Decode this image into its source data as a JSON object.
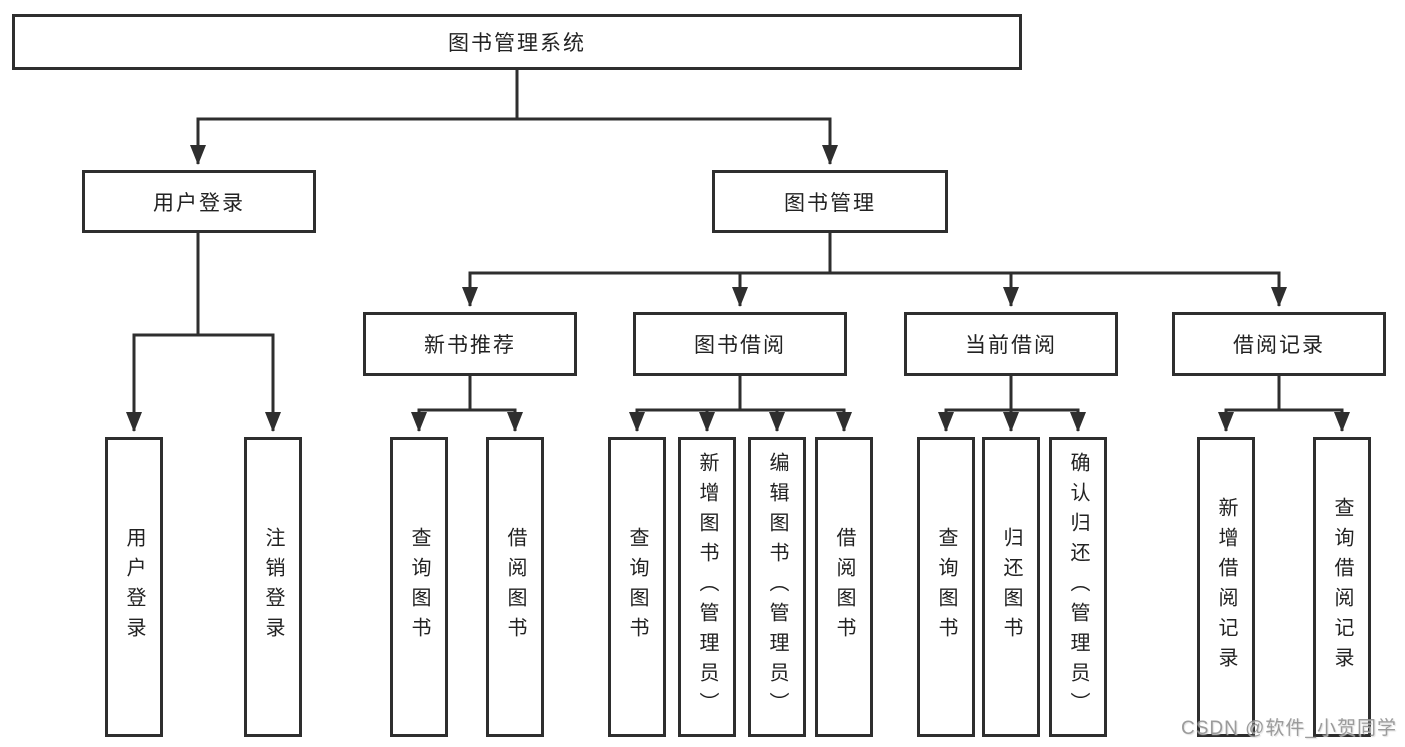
{
  "diagram_type": "hierarchy-tree",
  "tree": {
    "root": {
      "label": "图书管理系统",
      "children": [
        {
          "label": "用户登录",
          "children": [
            {
              "label": "用户登录"
            },
            {
              "label": "注销登录"
            }
          ]
        },
        {
          "label": "图书管理",
          "children": [
            {
              "label": "新书推荐",
              "children": [
                {
                  "label": "查询图书"
                },
                {
                  "label": "借阅图书"
                }
              ]
            },
            {
              "label": "图书借阅",
              "children": [
                {
                  "label": "查询图书"
                },
                {
                  "label": "新增图书（管理员）"
                },
                {
                  "label": "编辑图书（管理员）"
                },
                {
                  "label": "借阅图书"
                }
              ]
            },
            {
              "label": "当前借阅",
              "children": [
                {
                  "label": "查询图书"
                },
                {
                  "label": "归还图书"
                },
                {
                  "label": "确认归还（管理员）"
                }
              ]
            },
            {
              "label": "借阅记录",
              "children": [
                {
                  "label": "新增借阅记录"
                },
                {
                  "label": "查询借阅记录"
                }
              ]
            }
          ]
        }
      ]
    }
  },
  "watermark": {
    "text": "CSDN @软件_小贺同学"
  },
  "colors": {
    "line": "#2e2e2e",
    "box_border": "#2e2e2e",
    "box_fill": "#ffffff",
    "text": "#222222",
    "watermark": "#8c8c8c",
    "background": "#ffffff"
  }
}
